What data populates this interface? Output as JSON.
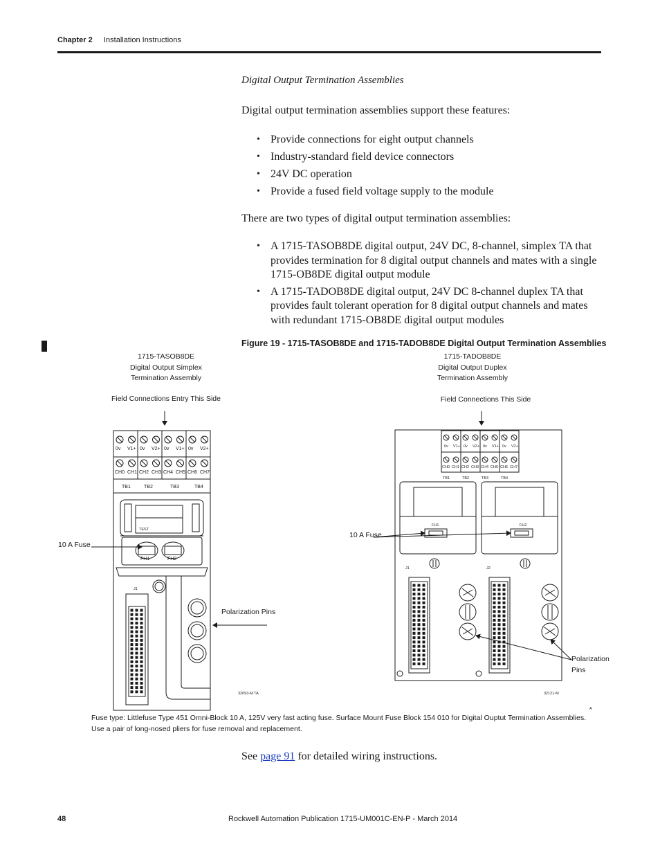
{
  "header": {
    "chapter": "Chapter 2",
    "title": "Installation Instructions"
  },
  "section_title": "Digital Output Termination Assemblies",
  "intro": "Digital output termination assemblies support these features:",
  "features": [
    "Provide connections for eight output channels",
    "Industry-standard field device connectors",
    "24V DC operation",
    "Provide a fused field voltage supply to the module"
  ],
  "types_intro": "There are two types of digital output termination assemblies:",
  "types": [
    "A 1715-TASOB8DE digital output, 24V DC, 8-channel, simplex TA that provides termination for 8 digital output channels and mates with a single 1715-OB8DE digital output module",
    "A 1715-TADOB8DE digital output, 24V DC 8-channel duplex TA that provides fault tolerant operation for 8 digital output channels and mates with redundant 1715-OB8DE digital output modules"
  ],
  "figure": {
    "title": "Figure 19 - 1715-TASOB8DE and 1715-TADOB8DE Digital Output Termination Assemblies",
    "simplex": {
      "name_line1": "1715-TASOB8DE",
      "name_line2": "Digital Output Simplex",
      "name_line3": "Termination Assembly",
      "entry_label": "Field Connections Entry This Side",
      "fuse_label": "10 A Fuse",
      "pins_label": "Polarization Pins",
      "drawing_id": "32093-M TA",
      "terminals_top": [
        "0v",
        "V1+",
        "0v",
        "V2+",
        "0v",
        "V1+",
        "0v",
        "V2+"
      ],
      "terminals_bottom": [
        "CH0",
        "CH1",
        "CH2",
        "CH3",
        "CH4",
        "CH5",
        "CH6",
        "CH7"
      ],
      "blocks": [
        "TB1",
        "TB2",
        "TB3",
        "TB4"
      ],
      "test_label": "TEST",
      "fuse_holders": [
        "FH1",
        "FH2"
      ],
      "connector": "J1"
    },
    "duplex": {
      "name_line1": "1715-TADOB8DE",
      "name_line2": "Digital Output Duplex",
      "name_line3": "Termination Assembly",
      "entry_label": "Field Connections This Side",
      "fuse_label": "10 A Fuse",
      "pins_label_1": "Polarization",
      "pins_label_2": "Pins",
      "drawing_id": "32121-M",
      "terminals_top": [
        "0v",
        "V1+",
        "0v",
        "V2+",
        "0v",
        "V1+",
        "0v",
        "V2+"
      ],
      "terminals_bottom": [
        "CH0",
        "CH1",
        "CH2",
        "CH3",
        "CH4",
        "CH5",
        "CH6",
        "CH7"
      ],
      "blocks": [
        "TB1",
        "TB2",
        "TB3",
        "TB4"
      ],
      "fuse_holders": [
        "FH1",
        "FH2"
      ],
      "connectors": [
        "J1",
        "J2"
      ],
      "corner_mark": "A"
    },
    "note": "Fuse type: Littlefuse Type 451 Omni-Block 10 A, 125V very fast acting fuse. Surface Mount Fuse Block 154 010 for Digital Ouptut Termination Assemblies. Use a pair of long-nosed pliers for fuse removal and replacement."
  },
  "see_prefix": "See ",
  "see_link": "page 91",
  "see_suffix": " for detailed wiring instructions.",
  "footer": {
    "page_number": "48",
    "publication": "Rockwell Automation Publication 1715-UM001C-EN-P - March 2014"
  }
}
